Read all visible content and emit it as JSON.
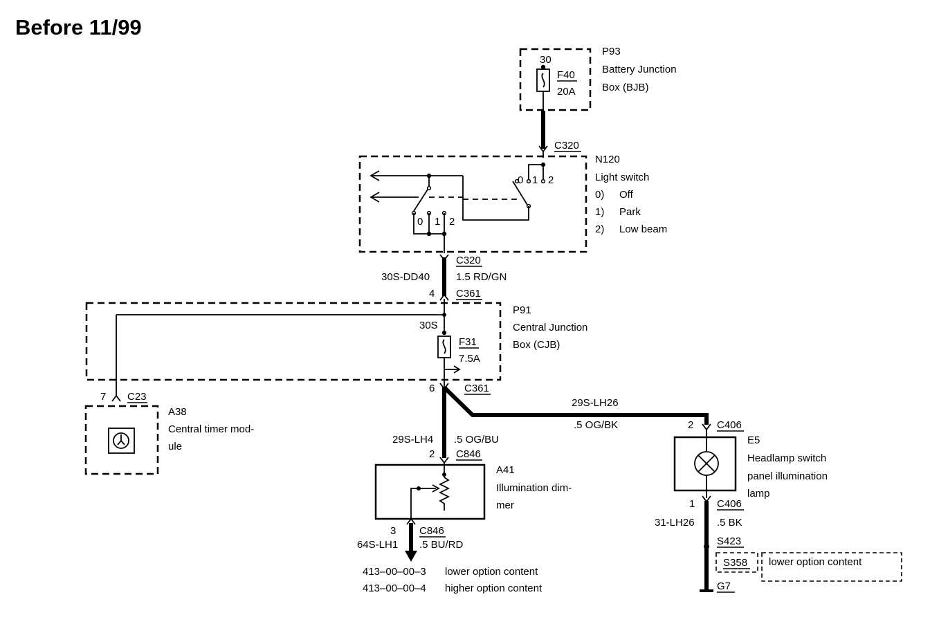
{
  "title": "Before 11/99",
  "bjb": {
    "id": "P93",
    "name_line1": "Battery Junction",
    "name_line2": "Box (BJB)",
    "pin": "30",
    "fuse": "F40",
    "rating": "20A"
  },
  "c320_top": "C320",
  "switch": {
    "id": "N120",
    "name": "Light switch",
    "pos0_num": "0)",
    "pos0_label": "Off",
    "pos1_num": "1)",
    "pos1_label": "Park",
    "pos2_num": "2)",
    "pos2_label": "Low beam",
    "p0": "0",
    "p1": "1",
    "p2": "2"
  },
  "wire_main": {
    "connector": "C320",
    "spec": "1.5 RD/GN",
    "circuit": "30S-DD40",
    "pin": "4",
    "connector2": "C361"
  },
  "cjb": {
    "id": "P91",
    "name_line1": "Central Junction",
    "name_line2": "Box (CJB)",
    "circuit": "30S",
    "fuse": "F31",
    "rating": "7.5A",
    "out_pin": "6",
    "out_connector": "C361"
  },
  "timer": {
    "pin": "7",
    "connector": "C23",
    "id": "A38",
    "name_line1": "Central timer mod-",
    "name_line2": "ule"
  },
  "wire_lh26": {
    "circuit": "29S-LH26",
    "spec": ".5 OG/BK"
  },
  "lamp": {
    "pin_in": "2",
    "connector_in": "C406",
    "id": "E5",
    "name_line1": "Headlamp switch",
    "name_line2": "panel illumination",
    "name_line3": "lamp",
    "pin_out": "1",
    "connector_out": "C406",
    "circuit_out": "31-LH26",
    "spec_out": ".5 BK",
    "splice": "S423",
    "splice_option": "S358",
    "option_text": "lower option content",
    "ground": "G7"
  },
  "wire_lh4": {
    "circuit": "29S-LH4",
    "spec": ".5 OG/BU",
    "pin": "2",
    "connector": "C846"
  },
  "dimmer": {
    "id": "A41",
    "name_line1": "Illumination dim-",
    "name_line2": "mer",
    "out_pin": "3",
    "out_circuit": "64S-LH1",
    "out_connector": "C846",
    "out_spec": ".5 BU/RD"
  },
  "refs": [
    {
      "code": "413–00–00–3",
      "label": "lower option content"
    },
    {
      "code": "413–00–00–4",
      "label": "higher option content"
    }
  ]
}
